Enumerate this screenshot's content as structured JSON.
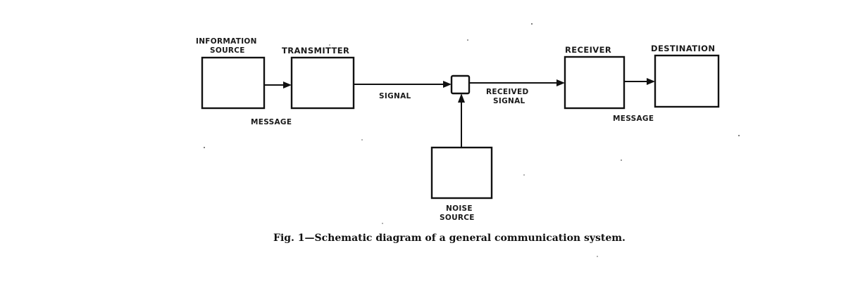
{
  "blocks": {
    "information_source": {
      "label_line1": "INFORMATION",
      "label_line2": "SOURCE"
    },
    "transmitter": {
      "label": "TRANSMITTER"
    },
    "receiver": {
      "label": "RECEIVER"
    },
    "destination": {
      "label": "DESTINATION"
    },
    "noise_source": {
      "label_line1": "NOISE",
      "label_line2": "SOURCE"
    }
  },
  "connections": {
    "message_in": "MESSAGE",
    "signal": "SIGNAL",
    "received_signal_line1": "RECEIVED",
    "received_signal_line2": "SIGNAL",
    "message_out": "MESSAGE"
  },
  "caption": "Fig. 1—Schematic diagram of a general communication system."
}
